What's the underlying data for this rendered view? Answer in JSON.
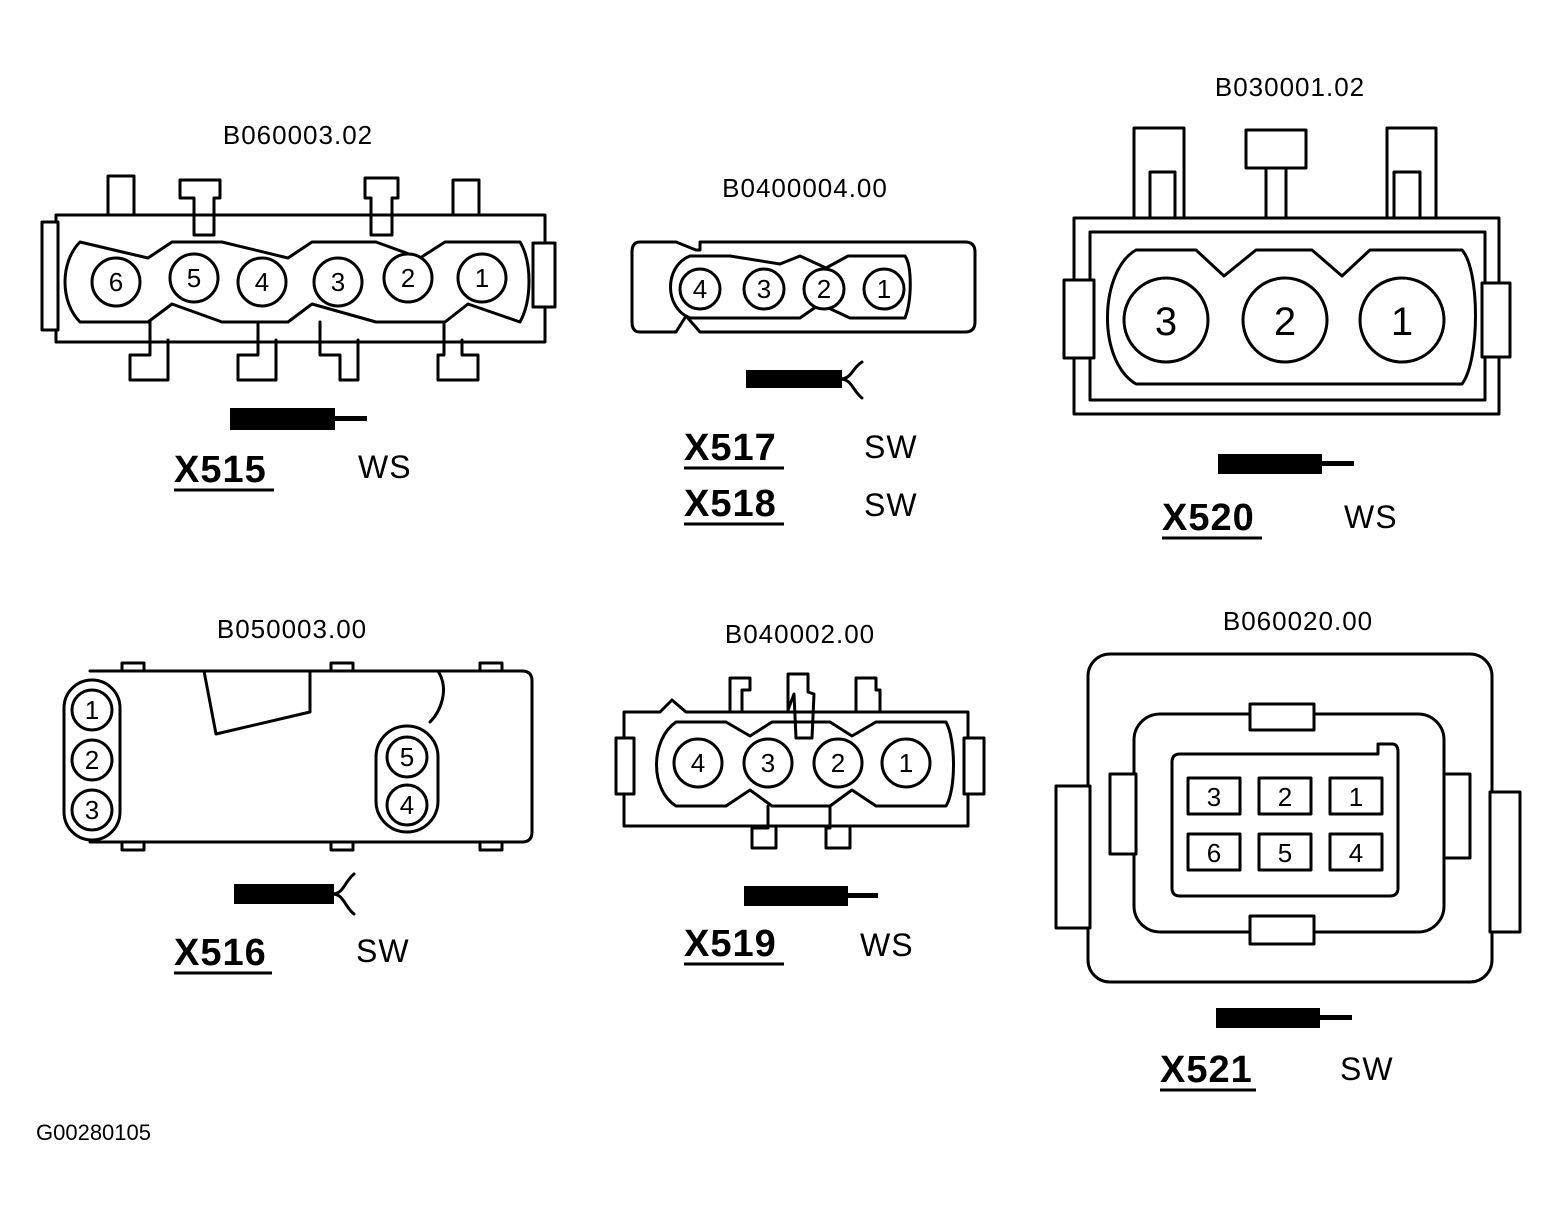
{
  "reference_code": "G00280105",
  "connectors": {
    "x515": {
      "part_number": "B060003.02",
      "id": "X515",
      "color": "WS",
      "pins": [
        "6",
        "5",
        "4",
        "3",
        "2",
        "1"
      ]
    },
    "x517": {
      "part_number": "B0400004.00",
      "id": "X517",
      "color": "SW",
      "pins": [
        "4",
        "3",
        "2",
        "1"
      ]
    },
    "x518": {
      "id": "X518",
      "color": "SW"
    },
    "x520": {
      "part_number": "B030001.02",
      "id": "X520",
      "color": "WS",
      "pins": [
        "3",
        "2",
        "1"
      ]
    },
    "x516": {
      "part_number": "B050003.00",
      "id": "X516",
      "color": "SW",
      "pins": [
        "1",
        "2",
        "3",
        "5",
        "4"
      ]
    },
    "x519": {
      "part_number": "B040002.00",
      "id": "X519",
      "color": "WS",
      "pins": [
        "4",
        "3",
        "2",
        "1"
      ]
    },
    "x521": {
      "part_number": "B060020.00",
      "id": "X521",
      "color": "SW",
      "pins": [
        "3",
        "2",
        "1",
        "6",
        "5",
        "4"
      ]
    }
  }
}
